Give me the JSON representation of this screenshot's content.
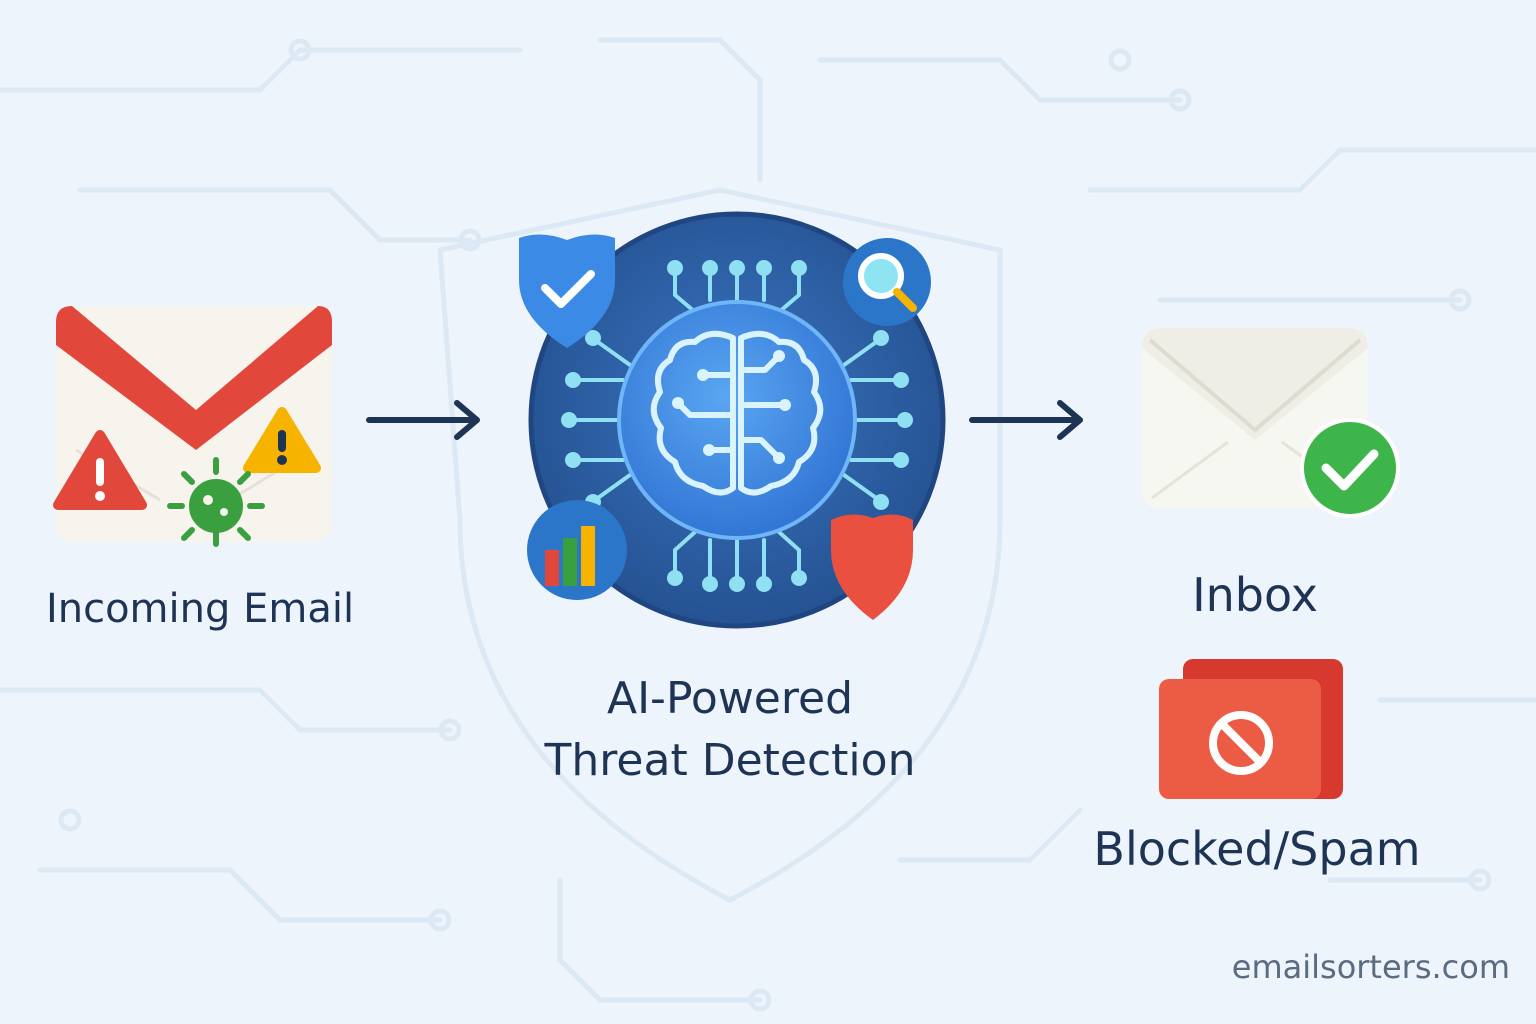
{
  "diagram": {
    "nodes": {
      "incoming": {
        "label": "Incoming Email"
      },
      "ai": {
        "line1": "AI-Powered",
        "line2": "Threat Detection"
      },
      "inbox": {
        "label": "Inbox"
      },
      "blocked": {
        "label": "Blocked/Spam"
      }
    },
    "edges": [
      {
        "from": "incoming",
        "to": "ai"
      },
      {
        "from": "ai",
        "to": "inbox"
      }
    ]
  },
  "watermark": "emailsorters.com",
  "colors": {
    "background": "#eef4fb",
    "text": "#1e3455",
    "envelope_red": "#e2473c",
    "warning_yellow": "#f6b400",
    "virus_green": "#3aa03f",
    "ai_circle_dark": "#2f63a8",
    "ai_circle_light": "#3f86e0",
    "circuit": "#8fe0f2",
    "check_green": "#3db54a",
    "block_red": "#ec5b44"
  },
  "icons": {
    "incoming": [
      "envelope-icon",
      "warning-icon",
      "virus-icon"
    ],
    "ai": [
      "brain-icon",
      "shield-check-icon",
      "magnifier-icon",
      "bar-chart-icon",
      "shield-icon"
    ],
    "inbox": [
      "envelope-icon",
      "checkmark-icon"
    ],
    "blocked": [
      "folder-icon",
      "block-icon"
    ]
  }
}
